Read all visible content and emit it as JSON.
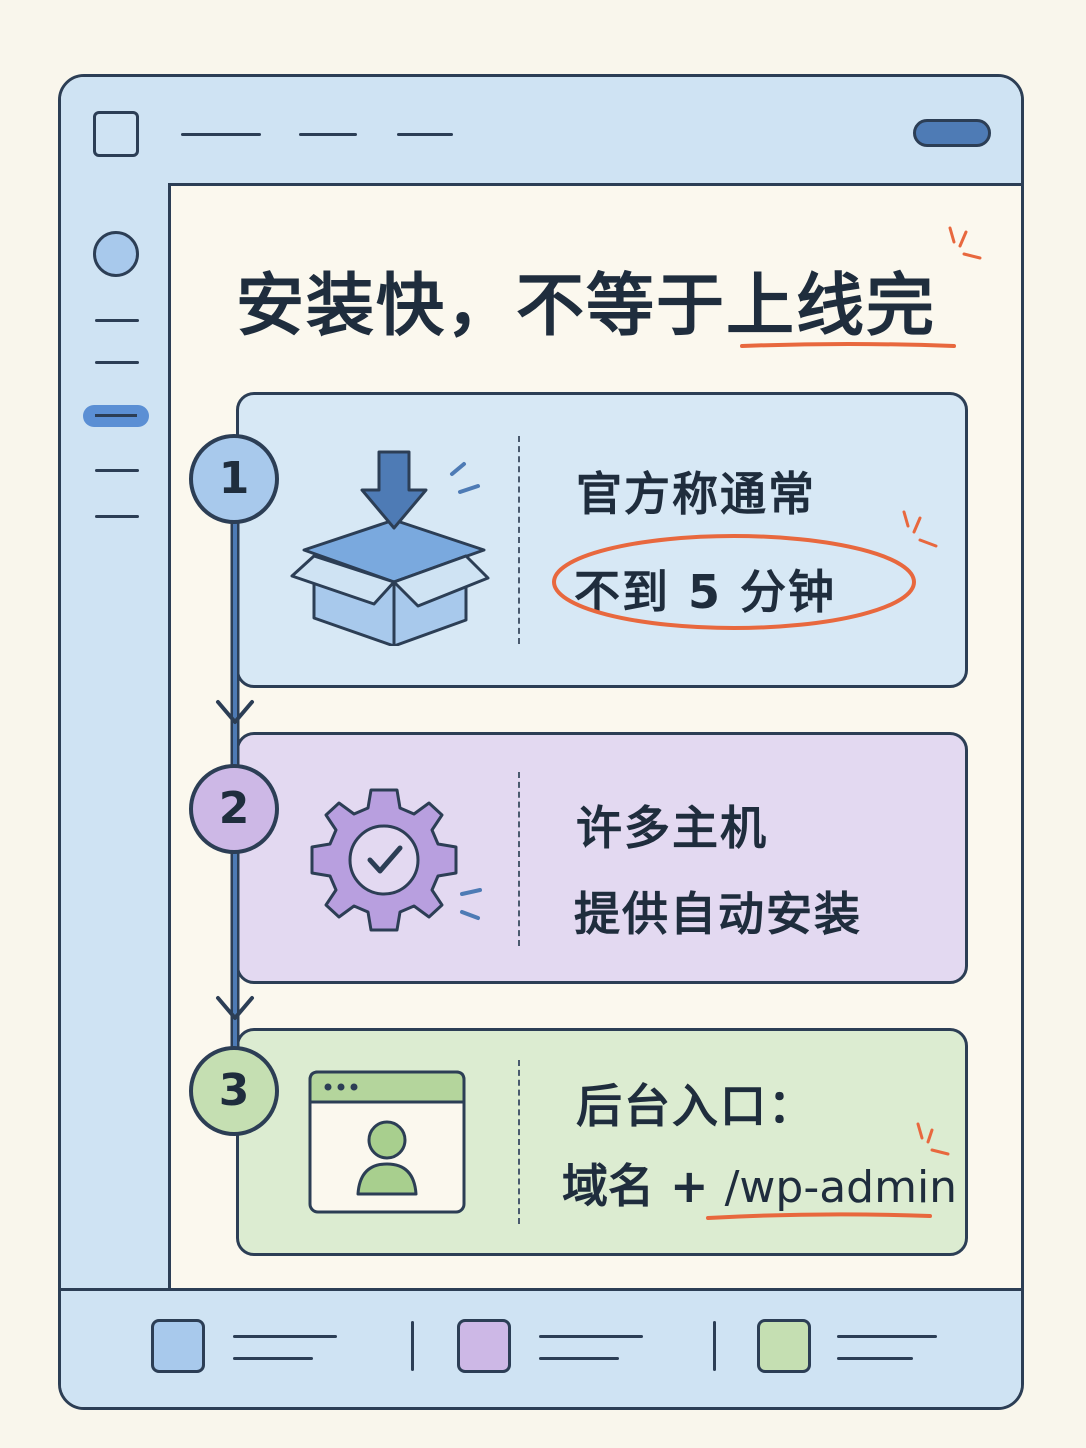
{
  "title": {
    "main": "安装快，不等于",
    "highlight": "上线完"
  },
  "steps": [
    {
      "number": "1",
      "line1": "官方称通常",
      "line2": "不到 5 分钟",
      "icon": "box-download-icon",
      "color": "#a8c9ec"
    },
    {
      "number": "2",
      "line1": "许多主机",
      "line2": "提供自动安装",
      "icon": "gear-check-icon",
      "color": "#cdb8e6"
    },
    {
      "number": "3",
      "line1": "后台入口：",
      "line2_prefix": "域名 + ",
      "line2_highlight": "/wp-admin",
      "icon": "browser-user-icon",
      "color": "#c5dfb2"
    }
  ],
  "accent_color": "#e8683e"
}
